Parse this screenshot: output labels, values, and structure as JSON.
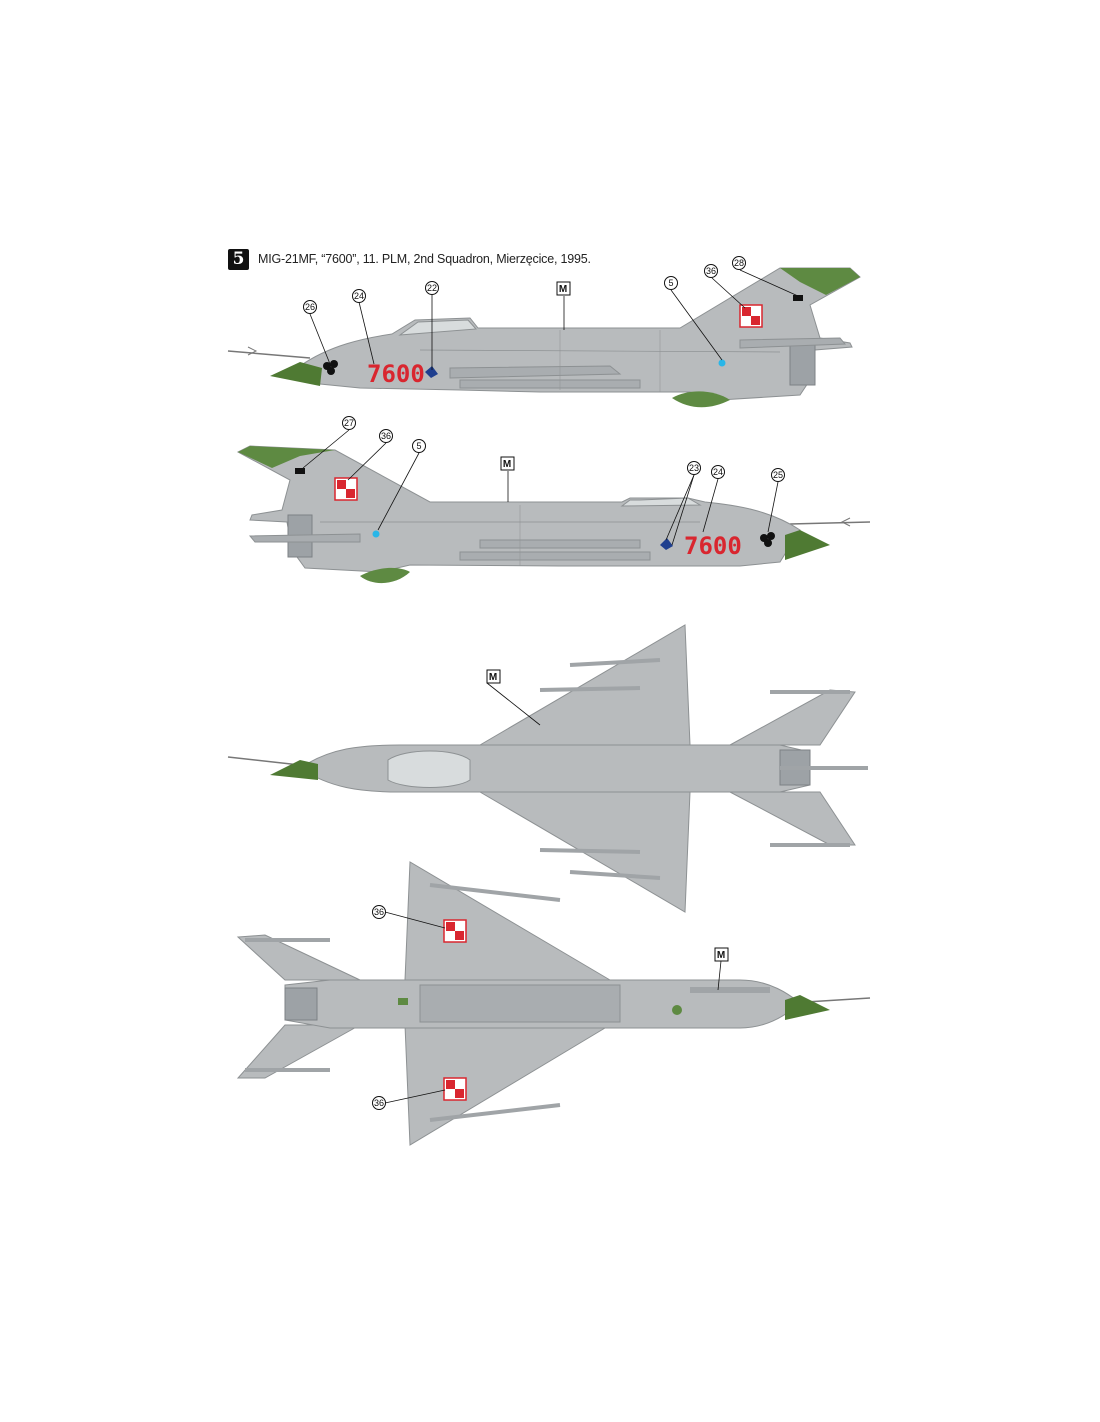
{
  "header": {
    "option_number": "5",
    "caption": "MIG-21MF, “7600”, 11. PLM, 2nd Squadron, Mierzęcice, 1995."
  },
  "colors": {
    "camo_grey": "#b8bbbd",
    "panel_line": "#8d9193",
    "nose_green": "#4f7a33",
    "camo_green": "#5e8a42",
    "marking_red": "#d9262f",
    "cyan_dot": "#29b6e8"
  },
  "views": {
    "left_side": {
      "tail_code": "7600",
      "callouts": [
        "26",
        "24",
        "22",
        "5",
        "36",
        "28"
      ],
      "paint_key": "M"
    },
    "right_side": {
      "tail_code": "7600",
      "callouts": [
        "27",
        "36",
        "5",
        "23",
        "24",
        "25"
      ],
      "paint_key": "M"
    },
    "top": {
      "paint_key": "M"
    },
    "bottom": {
      "callouts": [
        "36",
        "36"
      ],
      "paint_key": "M"
    }
  }
}
